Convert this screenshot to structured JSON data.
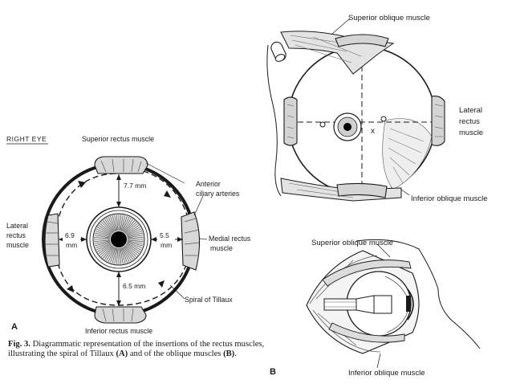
{
  "panel_a": {
    "eye_label": "RIGHT EYE",
    "panel_letter": "A",
    "superior_rectus": "Superior rectus muscle",
    "inferior_rectus": "Inferior rectus muscle",
    "lateral_rectus": [
      "Lateral",
      "rectus",
      "muscle"
    ],
    "medial_rectus": [
      "Medial rectus",
      "muscle"
    ],
    "anterior_ciliary": [
      "Anterior",
      "ciliary arteries"
    ],
    "spiral": "Spiral of Tillaux",
    "dist_superior": "7.7 mm",
    "dist_inferior": "6.5 mm",
    "dist_lateral": [
      "6.9",
      "mm"
    ],
    "dist_medial": [
      "5.5",
      "mm"
    ]
  },
  "panel_b": {
    "panel_letter": "B",
    "top_superior_oblique": "Superior oblique muscle",
    "lateral_rectus": [
      "Lateral",
      "rectus",
      "muscle"
    ],
    "top_inferior_oblique": "Inferior oblique muscle",
    "bottom_superior_oblique": "Superior oblique muscle",
    "bottom_inferior_oblique": "Inferior oblique muscle",
    "x_mark": "x"
  },
  "caption": {
    "figure_label": "Fig. 3.",
    "text_1": " Diagrammatic representation of the insertions of the rectus muscles, illustrating the spiral of Tillaux ",
    "ref_a": "(A)",
    "text_2": " and of the oblique muscles ",
    "ref_b": "(B)",
    "text_3": "."
  }
}
